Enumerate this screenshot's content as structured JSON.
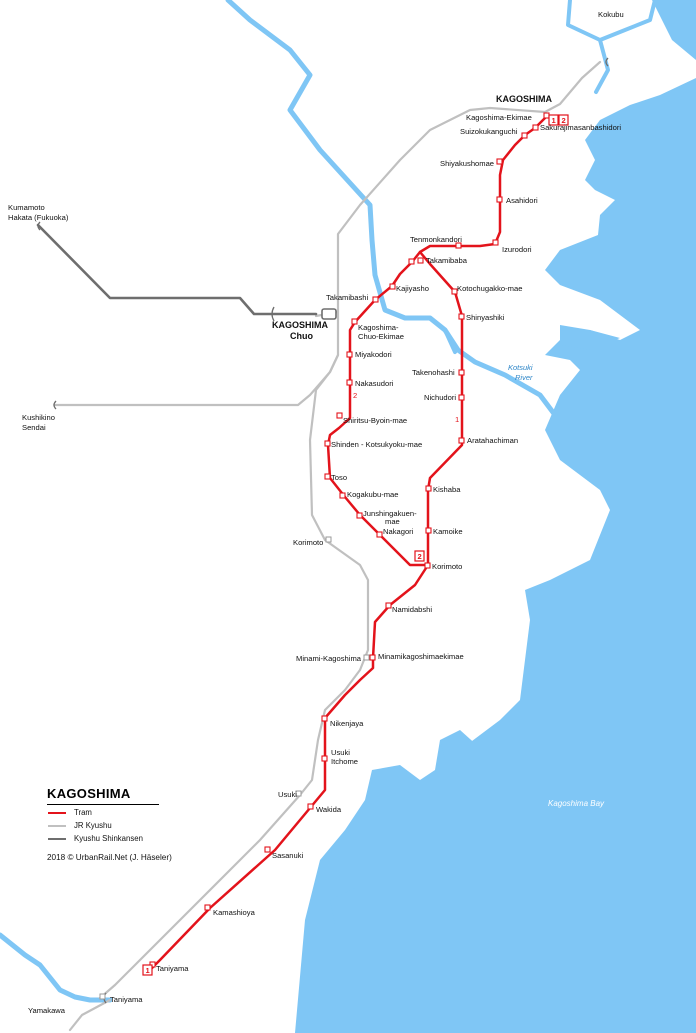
{
  "map": {
    "city_label": "KAGOSHIMA",
    "chuo_label_1": "KAGOSHIMA",
    "chuo_label_2": "Chuo",
    "bay_label": "Kagoshima Bay",
    "river_label_1": "Kotsuki",
    "river_label_2": "River",
    "route_badges": [
      "1",
      "2"
    ],
    "destinations": {
      "kumamoto": "Kumamoto",
      "hakata": "Hakata (Fukuoka)",
      "kushikino": "Kushikino",
      "sendai": "Sendai",
      "kokubu": "Kokubu",
      "yamakawa": "Yamakawa"
    },
    "jr_stations": {
      "korimoto": "Korimoto",
      "minami_kagoshima": "Minami-Kagoshima",
      "usuki": "Usuki",
      "taniyama": "Taniyama"
    },
    "tram_stops": {
      "kagoshima_ekimae": "Kagoshima-Ekimae",
      "sakurajimasanbashidori": "Sakurajimasanbashidori",
      "suizokukanguchi": "Suizokukanguchi",
      "shiyakushomae": "Shiyakushomae",
      "asahidori": "Asahidori",
      "tenmonkandori": "Tenmonkandori",
      "izurodori": "Izurodori",
      "takamibaba": "Takamibaba",
      "kajiyasho": "Kajiyasho",
      "kotochugakko_mae": "Kotochugakko-mae",
      "takamibashi": "Takamibashi",
      "kagoshima_chuo_ekimae_1": "Kagoshima-",
      "kagoshima_chuo_ekimae_2": "Chuo-Ekimae",
      "shinyashiki": "Shinyashiki",
      "miyakodori": "Miyakodori",
      "takenohashi": "Takenohashi",
      "nakasudori": "Nakasudori",
      "nichudori": "Nichudori",
      "shiritsu_byoin_mae": "Shiritsu-Byoin-mae",
      "aratahachiman": "Aratahachiman",
      "shinden_kotsukyoku_mae": "Shinden - Kotsukyoku-mae",
      "toso": "Toso",
      "kishaba": "Kishaba",
      "kogakubu_mae": "Kogakubu-mae",
      "junshingakuen_mae_1": "Junshingakuen-",
      "junshingakuen_mae_2": "mae",
      "nakagori": "Nakagori",
      "kamoike": "Kamoike",
      "korimoto": "Korimoto",
      "namidabashi": "Namidabshi",
      "minamikagoshimaekimae": "Minamikagoshimaekimae",
      "nikenjaya": "Nikenjaya",
      "usuki_1": "Usuki",
      "usuki_2": "Itchome",
      "wakida": "Wakida",
      "sasanuki": "Sasanuki",
      "kamashioya": "Kamashioya",
      "taniyama": "Taniyama"
    },
    "line_route_labels": {
      "route2": "2",
      "route1": "1"
    }
  },
  "legend": {
    "title": "KAGOSHIMA",
    "items": [
      {
        "label": "Tram",
        "color": "#e3131b"
      },
      {
        "label": "JR Kyushu",
        "color": "#c0c0c0"
      },
      {
        "label": "Kyushu Shinkansen",
        "color": "#6e6e6e"
      }
    ],
    "credit": "2018 © UrbanRail.Net (J. Häseler)"
  },
  "colors": {
    "sea": "#7fc6f5",
    "tram": "#e3131b",
    "jr": "#c0c0c0",
    "shinkansen": "#6e6e6e"
  }
}
